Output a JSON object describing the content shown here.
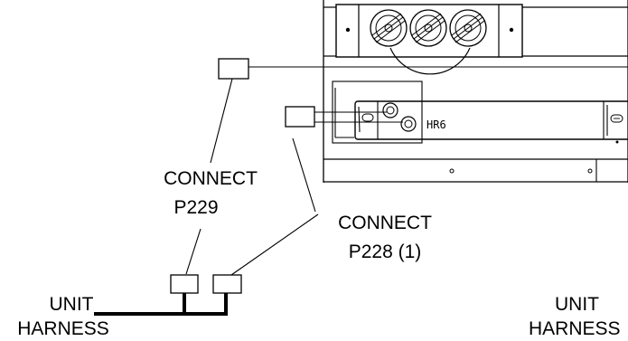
{
  "labels": {
    "connect_p229_line1": "CONNECT",
    "connect_p229_line2": "P229",
    "connect_p228_line1": "CONNECT",
    "connect_p228_line2": "P228 (1)",
    "unit_harness_left_line1": "UNIT",
    "unit_harness_left_line2": "HARNESS",
    "unit_harness_right_line1": "UNIT",
    "unit_harness_right_line2": "HARNESS",
    "relay_id": "HR6"
  }
}
